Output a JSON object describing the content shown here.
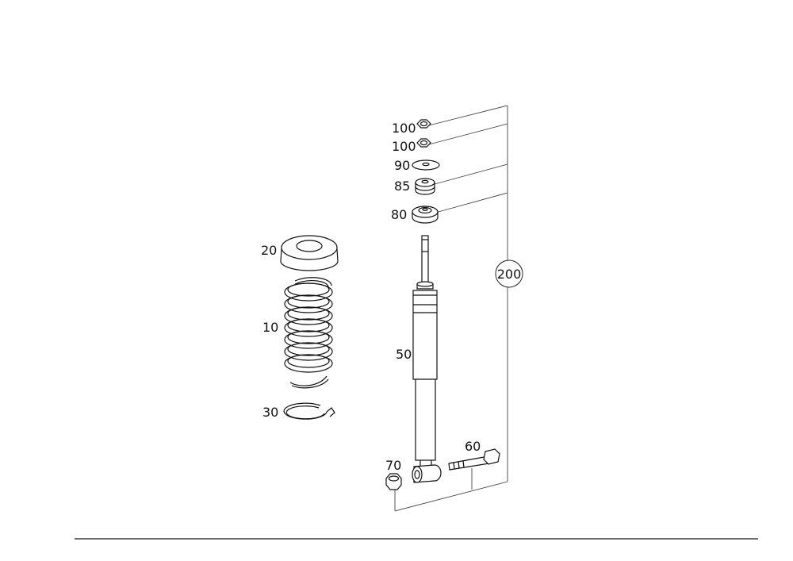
{
  "labels": {
    "p100a": "100",
    "p100b": "100",
    "p90": "90",
    "p85": "85",
    "p80": "80",
    "p20": "20",
    "p10": "10",
    "p50": "50",
    "p30": "30",
    "p60": "60",
    "p70": "70",
    "p200": "200"
  }
}
